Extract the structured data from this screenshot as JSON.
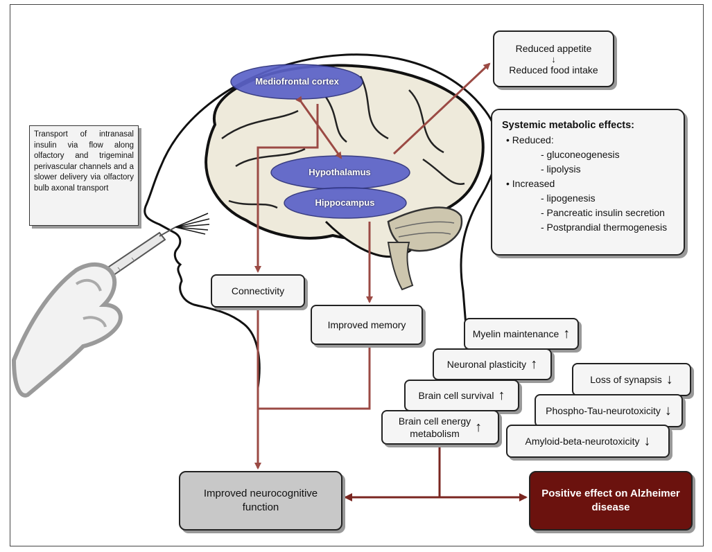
{
  "transport_text": "Transport of intranasal insulin via flow along olfactory and trigeminal perivascular channels and a slower delivery via olfactory bulb axonal transport",
  "regions": {
    "mediofrontal": "Mediofrontal cortex",
    "hypothalamus": "Hypothalamus",
    "hippocampus": "Hippocampus"
  },
  "appetite": {
    "top": "Reduced appetite",
    "bottom": "Reduced food intake"
  },
  "systemic": {
    "title": "Systemic metabolic effects:",
    "reduced_label": "Reduced:",
    "reduced_items": [
      "- gluconeogenesis",
      "- lipolysis"
    ],
    "increased_label": "Increased",
    "increased_items": [
      "- lipogenesis",
      "- Pancreatic insulin secretion",
      "- Postprandial thermogenesis"
    ]
  },
  "connectivity": "Connectivity",
  "improved_memory": "Improved memory",
  "increases": {
    "myelin": "Myelin maintenance",
    "plasticity": "Neuronal plasticity",
    "survival": "Brain cell survival",
    "energy_line1": "Brain cell energy",
    "energy_line2": "metabolism"
  },
  "decreases": {
    "synapsis": "Loss of synapsis",
    "tau": "Phospho-Tau-neurotoxicity",
    "amyloid": "Amyloid-beta-neurotoxicity"
  },
  "arrow_up": "↑",
  "arrow_down": "↓",
  "arrow_plain": "↓",
  "neurocognitive": {
    "line1": "Improved neurocognitive",
    "line2": "function"
  },
  "alzheimer": {
    "line1": "Positive effect on Alzheimer",
    "line2": "disease"
  },
  "colors": {
    "arrow": "#9b4a44",
    "region": "#5b62c8",
    "brain": "#eeeadb",
    "cerebellum": "#cdc6ae",
    "alz_bg": "#6b120e"
  }
}
